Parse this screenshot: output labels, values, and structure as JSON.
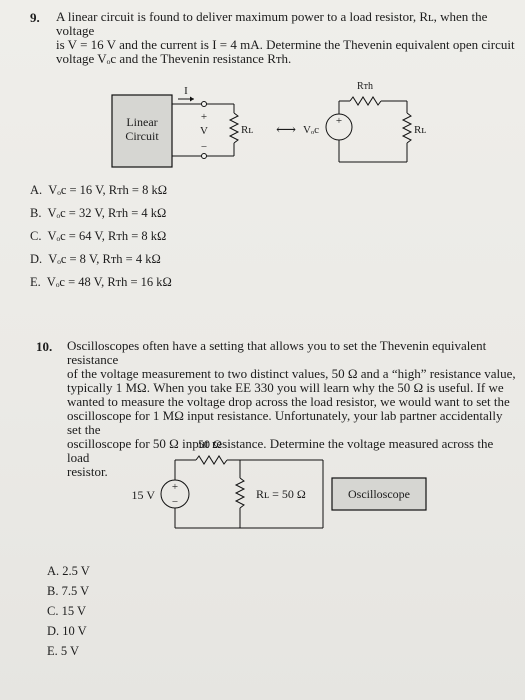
{
  "q9": {
    "number": "9.",
    "lines": [
      "A linear circuit is found to deliver maximum power to a load resistor, Rʟ, when the voltage",
      "is V = 16 V and the current is I = 4 mA. Determine the Thevenin equivalent open circuit",
      "voltage Vₒc and the Thevenin resistance Rᴛh."
    ],
    "diagram": {
      "box_lines": [
        "Linear",
        "Circuit"
      ],
      "current_label": "I",
      "plus": "+",
      "voltage_label": "V",
      "minus": "−",
      "rl_left": "Rʟ",
      "equivalence": "⟷",
      "voc": "Vₒc",
      "source_sign": "+",
      "rth": "Rᴛh",
      "rl_right": "Rʟ"
    },
    "choices": [
      {
        "letter": "A.",
        "text": "Vₒc = 16 V, Rᴛh = 8 kΩ"
      },
      {
        "letter": "B.",
        "text": "Vₒc = 32 V, Rᴛh = 4 kΩ"
      },
      {
        "letter": "C.",
        "text": "Vₒc = 64 V, Rᴛh = 8 kΩ"
      },
      {
        "letter": "D.",
        "text": "Vₒc = 8 V, Rᴛh = 4 kΩ"
      },
      {
        "letter": "E.",
        "text": "Vₒc = 48 V, Rᴛh = 16 kΩ"
      }
    ]
  },
  "q10": {
    "number": "10.",
    "lines": [
      "Oscilloscopes often have a setting that allows you to set the Thevenin equivalent resistance",
      "of the voltage measurement to two distinct values, 50 Ω and a “high” resistance value,",
      "typically 1 MΩ.  When you take EE 330 you will learn why the 50 Ω is useful.  If we",
      "wanted to measure the voltage drop across the load resistor, we would want to set the",
      "oscilloscope for 1 MΩ input resistance.  Unfortunately, your lab partner accidentally set the",
      "oscilloscope for 50 Ω input resistance.  Determine the voltage measured across the load",
      "resistor."
    ],
    "diagram": {
      "series_resistor": "50 Ω",
      "source_voltage": "15 V",
      "source_plus": "+",
      "source_minus": "−",
      "load": "Rʟ = 50 Ω",
      "scope": "Oscilloscope"
    },
    "choices": [
      {
        "letter": "A.",
        "text": "2.5 V"
      },
      {
        "letter": "B.",
        "text": "7.5 V"
      },
      {
        "letter": "C.",
        "text": "15 V"
      },
      {
        "letter": "D.",
        "text": "10 V"
      },
      {
        "letter": "E.",
        "text": "5 V"
      }
    ]
  }
}
